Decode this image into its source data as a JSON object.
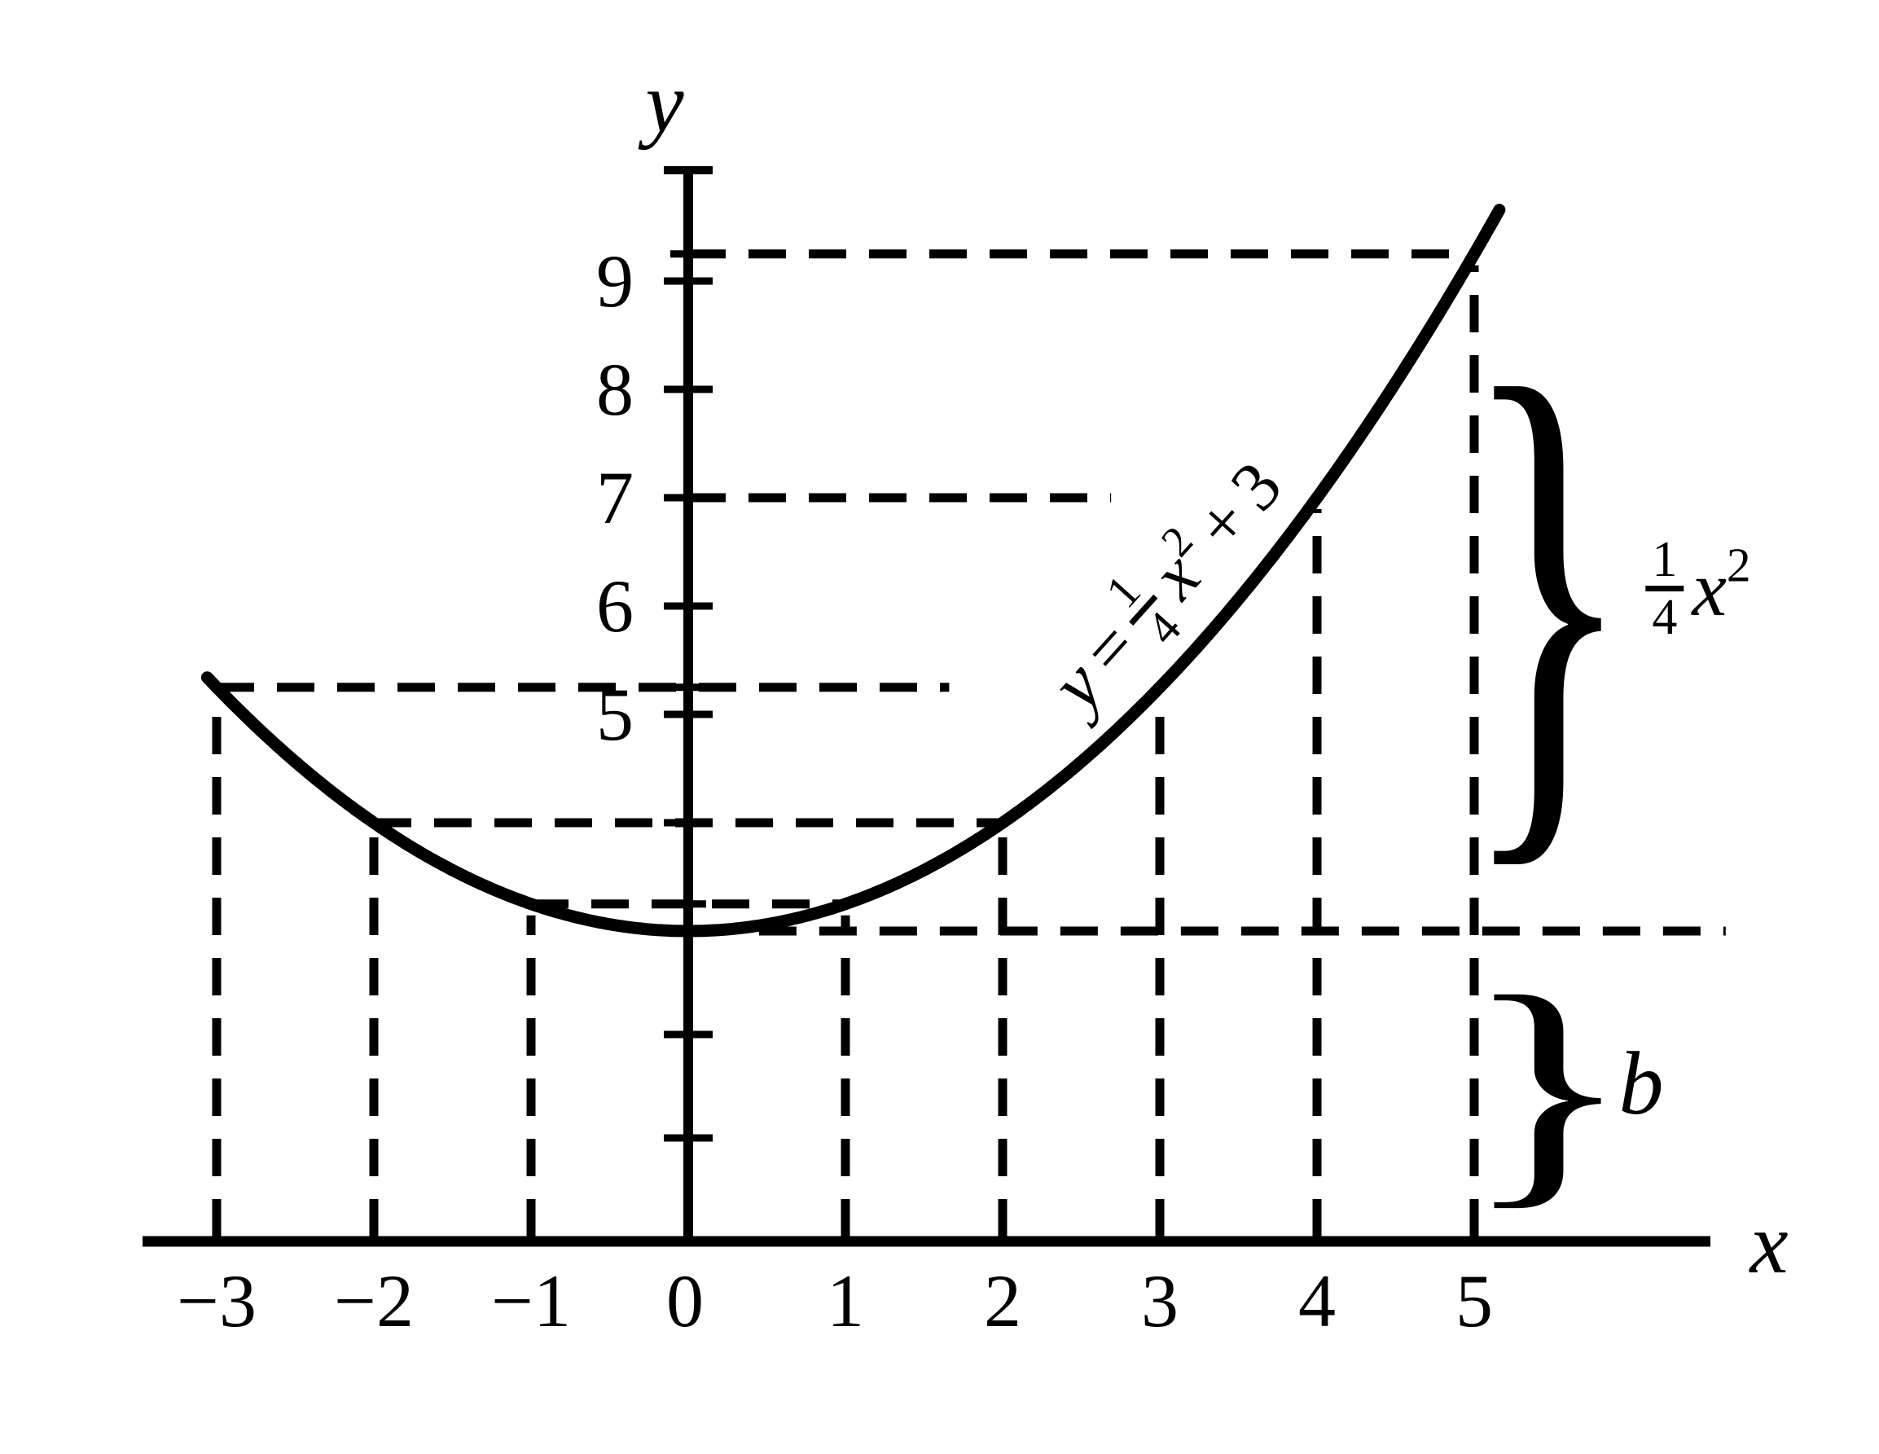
{
  "figure": {
    "bg_color": "#ffffff",
    "ink_color": "#000000",
    "axis_labels": {
      "x": "x",
      "y": "y"
    },
    "x_tick_labels": [
      "−3",
      "−2",
      "−1",
      "0",
      "1",
      "2",
      "3",
      "4",
      "5"
    ],
    "y_tick_labels": [
      "9",
      "8",
      "7",
      "6",
      "5"
    ],
    "equation": {
      "lhs": "y",
      "equals": "=",
      "num": "1",
      "den": "4",
      "var": "x",
      "exp": "2",
      "plus": "+",
      "const": "3"
    },
    "brace_quadratic": {
      "num": "1",
      "den": "4",
      "var": "x",
      "exp": "2"
    },
    "brace_b": "b",
    "icons": {
      "curly_brace": "}"
    }
  },
  "chart_data": {
    "type": "line",
    "title": "",
    "xlabel": "x",
    "ylabel": "y",
    "equation": "y = (1/4)x² + 3",
    "coefficient": "1/4",
    "y_intercept_symbol": "b",
    "y_intercept_value": 3,
    "xlim": [
      -3.5,
      6.6
    ],
    "ylim": [
      0,
      10.5
    ],
    "grid": "dashed-guides-only",
    "legend_position": "none",
    "x_ticks": [
      -3,
      -2,
      -1,
      0,
      1,
      2,
      3,
      4,
      5
    ],
    "y_ticks_labeled": [
      9,
      8,
      7,
      6,
      5
    ],
    "y_ticks_major": [
      9,
      8,
      7,
      6,
      5,
      4,
      2,
      1
    ],
    "y_ticks_minor": [
      9.25,
      5.25,
      3.25
    ],
    "curve_domain": [
      -3.06,
      5.17
    ],
    "key_points": [
      [
        -3,
        5.25
      ],
      [
        -2,
        4
      ],
      [
        -1,
        3.25
      ],
      [
        0,
        3
      ],
      [
        1,
        3.25
      ],
      [
        2,
        4
      ],
      [
        3,
        5.25
      ],
      [
        4,
        7
      ],
      [
        5,
        9.25
      ]
    ],
    "vertical_guides": [
      {
        "x": -3,
        "y_top": 5.25
      },
      {
        "x": -2,
        "y_top": 4
      },
      {
        "x": -1,
        "y_top": 3.25
      },
      {
        "x": 1,
        "y_top": 3.25
      },
      {
        "x": 2,
        "y_top": 4
      },
      {
        "x": 3,
        "y_top": 5.25
      },
      {
        "x": 4,
        "y_top": 7
      },
      {
        "x": 5,
        "y_top": 9.25
      }
    ],
    "horizontal_guides": [
      {
        "y": 9.25,
        "x_from": 0,
        "x_to": 5
      },
      {
        "y": 7,
        "x_from": 0,
        "x_to": 2.69
      },
      {
        "y": 5.25,
        "x_from": -3,
        "x_to": 1.66
      },
      {
        "y": 4,
        "x_from": -2,
        "x_to": 2
      },
      {
        "y": 3.25,
        "x_from": -1,
        "x_to": 1
      },
      {
        "y": 3,
        "x_from": 0.45,
        "x_to": 6.6
      }
    ],
    "braces": [
      {
        "label": "(1/4)x²",
        "y_from": 9.25,
        "y_to": 3
      },
      {
        "label": "b",
        "y_from": 3,
        "y_to": 0
      }
    ]
  }
}
